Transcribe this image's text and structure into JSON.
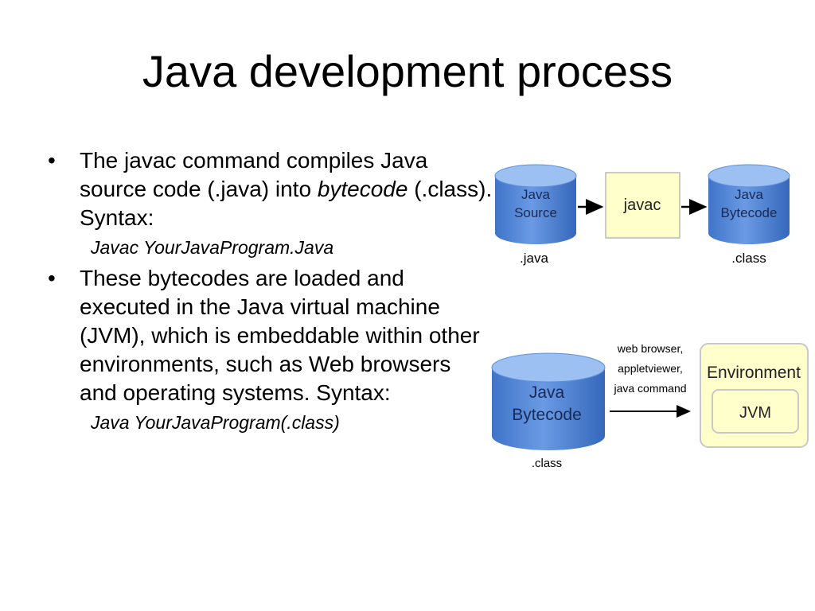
{
  "slide": {
    "title": "Java development process",
    "bullets": [
      {
        "text_before": "The javac command compiles Java source code (.java) into ",
        "emphasis": "bytecode",
        "text_after": " (.class). Syntax:",
        "syntax": "Javac YourJavaProgram.Java"
      },
      {
        "text": "These bytecodes are loaded and executed in the Java virtual machine (JVM), which is embeddable within other environments, such as Web browsers and operating systems. Syntax:",
        "syntax": "Java YourJavaProgram(.class)"
      }
    ]
  },
  "diagram": {
    "source_db": {
      "line1": "Java",
      "line2": "Source",
      "ext": ".java"
    },
    "compiler": {
      "label": "javac"
    },
    "bytecode_db": {
      "line1": "Java",
      "line2": "Bytecode",
      "ext": ".class"
    },
    "bytecode_db2": {
      "line1": "Java",
      "line2": "Bytecode",
      "ext": ".class"
    },
    "runners": {
      "line1": "web browser,",
      "line2": "appletviewer,",
      "line3": "java command"
    },
    "environment": {
      "label": "Environment",
      "jvm_label": "JVM"
    },
    "colors": {
      "cylinder": "#4f86dc",
      "cylinder_top": "#8fb8f0",
      "box_fill": "#ffffcc",
      "env_fill": "#ffffcc",
      "border": "#b8b8b8"
    }
  }
}
